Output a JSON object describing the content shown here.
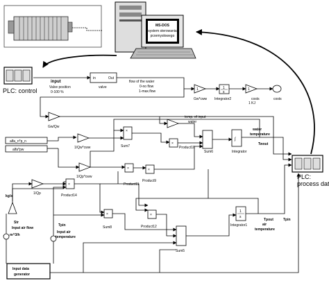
{
  "screen": {
    "line1": "MS-DOS",
    "line2": "system sterowania",
    "line3": "przemysłowego"
  },
  "plc_control": {
    "label": "PLC: control"
  },
  "plc_process": {
    "label1": "PLC:",
    "label2": "process data"
  },
  "input_block": {
    "title": "input",
    "line1": "Valve position",
    "line2": "0-100 %"
  },
  "valve": {
    "in": "in",
    "out": "Out",
    "label": "valve"
  },
  "flow_note": {
    "line1": "flow of the water",
    "line2": "0-no flow",
    "line3": "1-max.flow"
  },
  "gains": {
    "gwcww": "Gw*cww",
    "integrator2": "Integrator2",
    "costs": "costs",
    "costs_unit": "1 KJ",
    "costs_out": "costs",
    "gw_qw": "Gw/Qw",
    "q_cww": "1/Qw*cww",
    "q_cpw": "1/Qp*cww",
    "q_p": "1/Qp",
    "alfa_np_n": "alfa_n*p_n",
    "alfa_pw": "alfa*pw"
  },
  "temp_input_water": {
    "line1": "temp. of input",
    "line2": "water"
  },
  "sums": {
    "sum7": "Sum7",
    "sum6": "Sum6",
    "sum8": "Sum8",
    "sum5": "Sum5"
  },
  "products": {
    "product10": "Product10",
    "product9": "Product9",
    "product11": "Product11",
    "product14": "Product14",
    "product12": "Product12"
  },
  "integrators": {
    "integrator": "Integrator",
    "integrator1": "Integrator1"
  },
  "water_temp": {
    "line1": "water",
    "line2": "temperature",
    "out": "Twout"
  },
  "air_temp": {
    "out": "Tpout",
    "line1": "air",
    "line2": "temperature",
    "tpin": "Tpin"
  },
  "units": {
    "kgs": "kg/s",
    "m3h": "m^3/h"
  },
  "inputs": {
    "str": "Str",
    "air_flow": "Input air flow",
    "tpin": "Tpin",
    "air_temp1": "Input air",
    "air_temp2": "temperature"
  },
  "generator": {
    "line1": "Input data",
    "line2": "generator"
  },
  "signs": {
    "times": "×",
    "integral": "∫",
    "one": "1",
    "s": "s"
  }
}
